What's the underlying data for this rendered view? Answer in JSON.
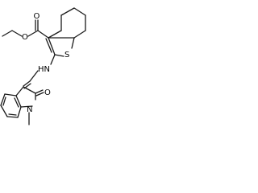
{
  "molecule": {
    "atoms": {
      "ester_oxygen_1": "O",
      "ester_oxygen_2": "O",
      "sulfur": "S",
      "amine": "HN",
      "carbonyl_oxygen": "O",
      "ring_nitrogen": "N"
    },
    "colors": {
      "bond": "#1a1a1a",
      "label": "#000000",
      "background": "#ffffff"
    }
  }
}
